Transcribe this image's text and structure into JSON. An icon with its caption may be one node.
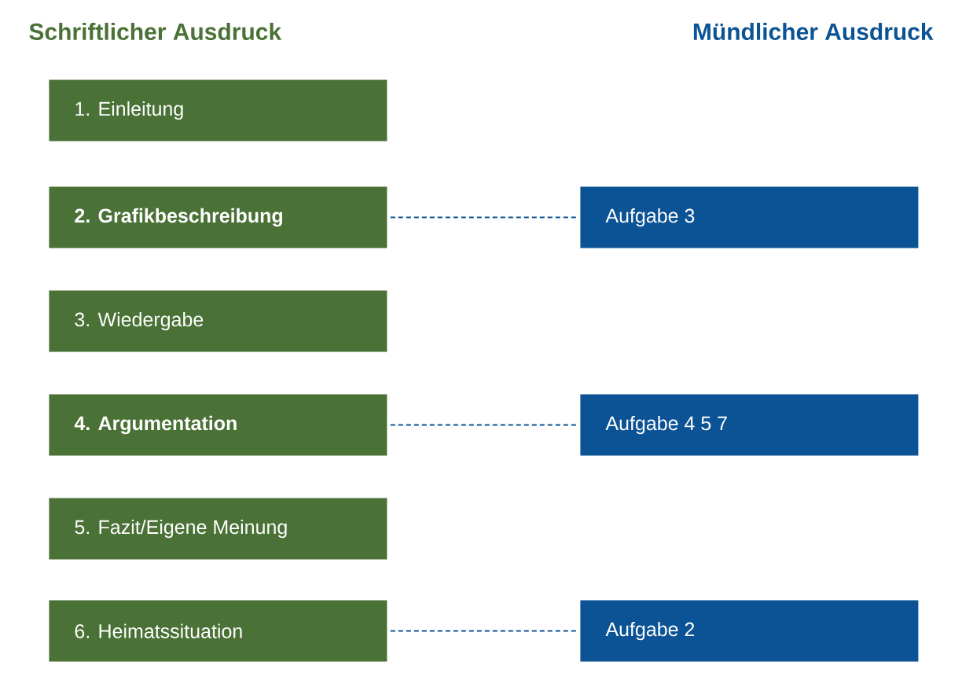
{
  "diagram": {
    "nodes": [
      {
        "text": [
          "1. Einleitung"
        ]
      },
      {
        "text": [
          "2. Grafikbeschreibung"
        ]
      },
      {
        "text": [
          "3. Wiedergabe"
        ]
      },
      {
        "text": [
          "4. Argumentation"
        ]
      },
      {
        "text": [
          "5. Fazit/Eigene Meinung"
        ]
      },
      {
        "text": [
          "6. Heimatssituation"
        ]
      },
      {
        "text": [
          "Aufgabe 3"
        ]
      },
      {
        "text": [
          "Aufgabe 4 5 7"
        ]
      },
      {
        "text": [
          "Aufgabe 2"
        ]
      }
    ],
    "edges": [
      {
        "from": 1,
        "to": 6,
        "arrow": "none",
        "style": "dashed"
      },
      {
        "from": 3,
        "to": 7,
        "arrow": "none",
        "style": "dashed"
      },
      {
        "from": 5,
        "to": 8,
        "arrow": "none",
        "style": "dashed"
      }
    ],
    "labels": [
      "Schriftlicher Ausdruck",
      "Mündlicher Ausdruck"
    ]
  }
}
